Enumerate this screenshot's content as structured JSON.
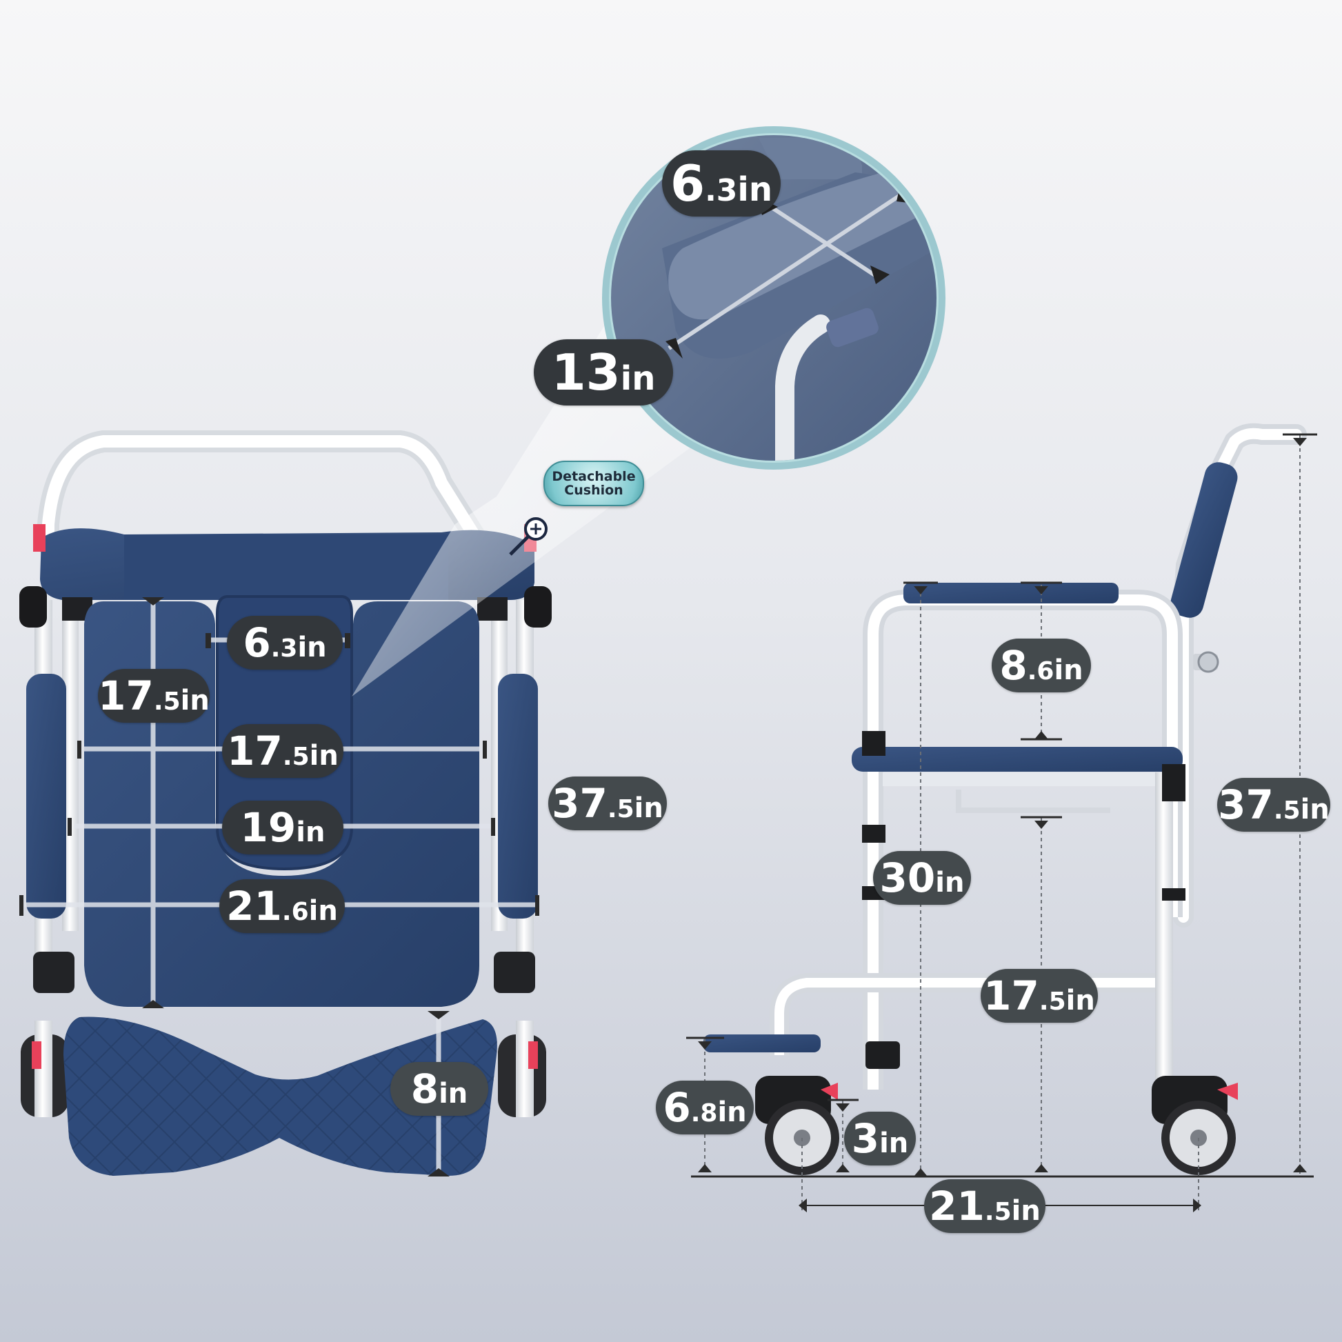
{
  "badge": {
    "line1": "Detachable",
    "line2": "Cushion",
    "icon": "zoom-in-icon"
  },
  "colors": {
    "cushion": "#2f4a77",
    "frame": "#f4f6f8",
    "label_bg": "#444a4d",
    "accent_red": "#e8415a",
    "detail_ring": "#9cc8cf"
  },
  "dimensions": {
    "detail_width": {
      "major": "6",
      "minor": ".3",
      "unit": "in"
    },
    "detail_length": {
      "major": "13",
      "minor": "",
      "unit": "in"
    },
    "top_opening_width": {
      "major": "6",
      "minor": ".3",
      "unit": "in"
    },
    "top_seat_depth": {
      "major": "17",
      "minor": ".5",
      "unit": "in"
    },
    "top_seat_width": {
      "major": "17",
      "minor": ".5",
      "unit": "in"
    },
    "top_inner_width": {
      "major": "19",
      "minor": "",
      "unit": "in"
    },
    "top_overall_width": {
      "major": "21",
      "minor": ".6",
      "unit": "in"
    },
    "top_overall_height": {
      "major": "37",
      "minor": ".5",
      "unit": "in"
    },
    "top_footrest_depth": {
      "major": "8",
      "minor": "",
      "unit": "in"
    },
    "side_armrest_to_seat": {
      "major": "8",
      "minor": ".6",
      "unit": "in"
    },
    "side_armrest_height": {
      "major": "30",
      "minor": "",
      "unit": "in"
    },
    "side_overall_height": {
      "major": "37",
      "minor": ".5",
      "unit": "in"
    },
    "side_seat_depth": {
      "major": "17",
      "minor": ".5",
      "unit": "in"
    },
    "side_footrest_height": {
      "major": "6",
      "minor": ".8",
      "unit": "in"
    },
    "side_ground_clearance": {
      "major": "3",
      "minor": "",
      "unit": "in"
    },
    "side_wheelbase": {
      "major": "21",
      "minor": ".5",
      "unit": "in"
    }
  }
}
